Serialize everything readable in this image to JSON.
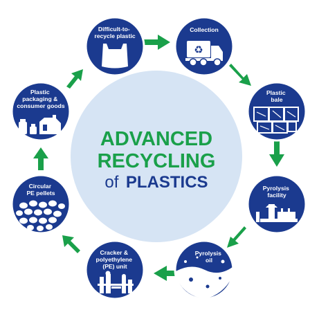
{
  "colors": {
    "navy": "#1b3a8f",
    "green": "#1aa04a",
    "center_fill": "#d6e4f4",
    "white": "#ffffff"
  },
  "center": {
    "line1": "ADVANCED",
    "line2": "RECYCLING",
    "line3_of": "of",
    "line3_plastics": "PLASTICS"
  },
  "nodes": [
    {
      "id": "difficult",
      "label_lines": [
        "Difficult-to-",
        "recycle plastic"
      ],
      "icon": "plastic-bag-icon"
    },
    {
      "id": "collection",
      "label_lines": [
        "Collection"
      ],
      "icon": "recycling-truck-icon"
    },
    {
      "id": "bale",
      "label_lines": [
        "Plastic",
        "bale"
      ],
      "icon": "plastic-bale-icon"
    },
    {
      "id": "pyrolysis-facility",
      "label_lines": [
        "Pyrolysis",
        "facility"
      ],
      "icon": "pyrolysis-facility-icon"
    },
    {
      "id": "pyrolysis-oil",
      "label_lines": [
        "Pyrolysis",
        "oil"
      ],
      "icon": "oil-drop-icon"
    },
    {
      "id": "cracker",
      "label_lines": [
        "Cracker &",
        "polyethylene",
        "(PE) unit"
      ],
      "icon": "cracker-unit-icon"
    },
    {
      "id": "pellets",
      "label_lines": [
        "Circular",
        "PE pellets"
      ],
      "icon": "pe-pellets-icon"
    },
    {
      "id": "packaging",
      "label_lines": [
        "Plastic",
        "packaging &",
        "consumer goods"
      ],
      "icon": "bottles-icon"
    }
  ]
}
